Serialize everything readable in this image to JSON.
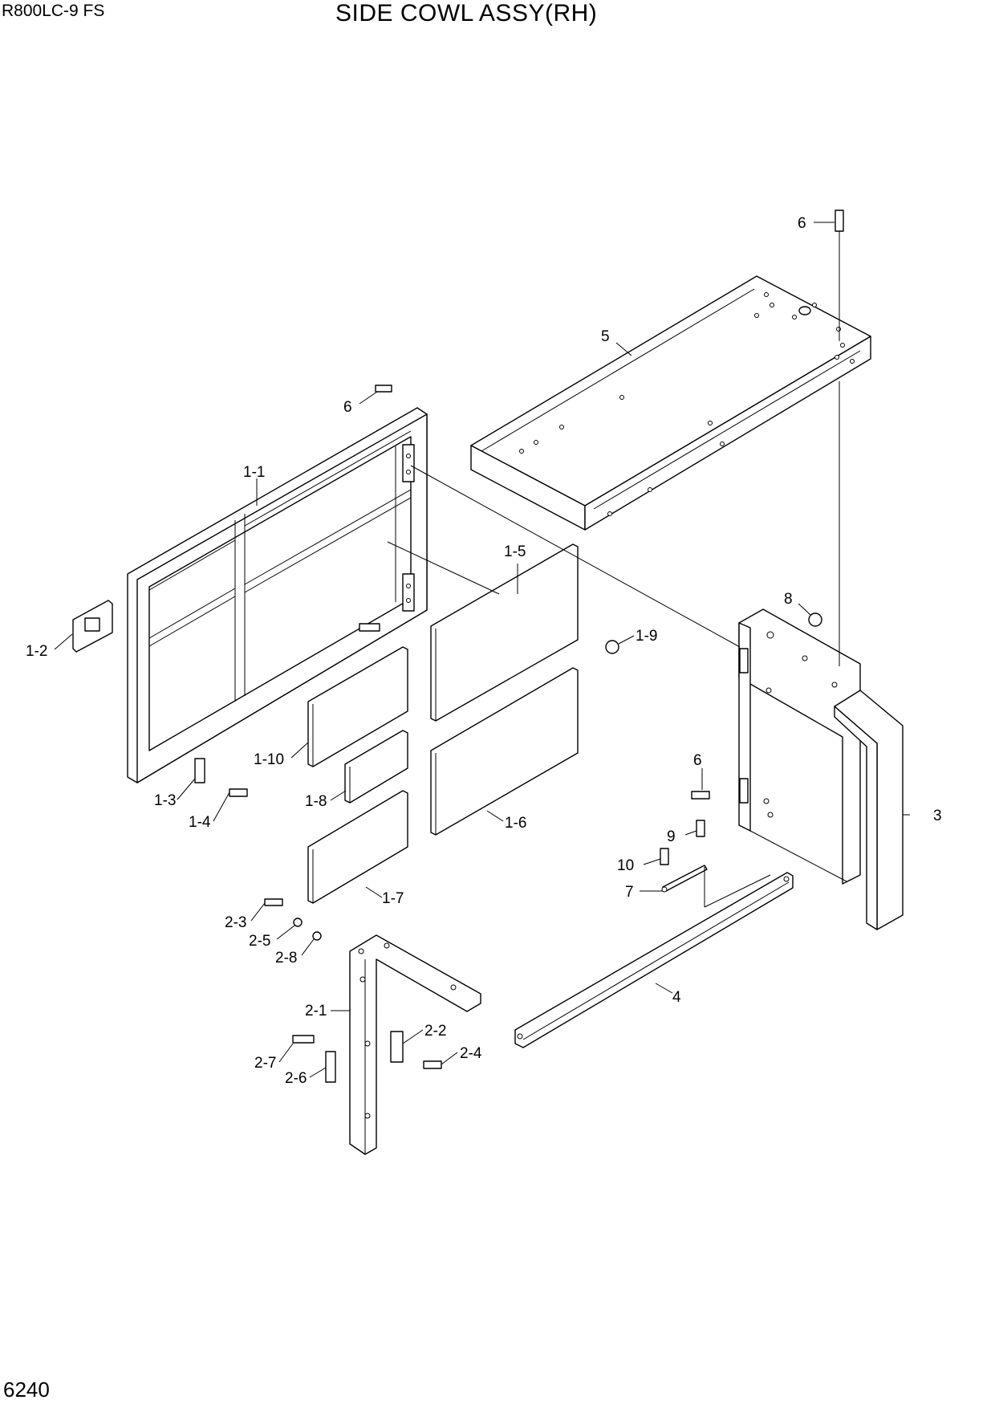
{
  "header": {
    "model": "R800LC-9 FS",
    "title": "SIDE COWL ASSY(RH)"
  },
  "footer": {
    "page_number": "6240"
  },
  "callouts": [
    {
      "id": "6-top",
      "text": "6"
    },
    {
      "id": "5",
      "text": "5"
    },
    {
      "id": "6-left",
      "text": "6"
    },
    {
      "id": "1-1",
      "text": "1-1"
    },
    {
      "id": "1-5",
      "text": "1-5"
    },
    {
      "id": "8",
      "text": "8"
    },
    {
      "id": "1-2",
      "text": "1-2"
    },
    {
      "id": "1-9",
      "text": "1-9"
    },
    {
      "id": "1-10",
      "text": "1-10"
    },
    {
      "id": "6-mid",
      "text": "6"
    },
    {
      "id": "1-3",
      "text": "1-3"
    },
    {
      "id": "1-8",
      "text": "1-8"
    },
    {
      "id": "1-6",
      "text": "1-6"
    },
    {
      "id": "3",
      "text": "3"
    },
    {
      "id": "1-4",
      "text": "1-4"
    },
    {
      "id": "9",
      "text": "9"
    },
    {
      "id": "10",
      "text": "10"
    },
    {
      "id": "7",
      "text": "7"
    },
    {
      "id": "1-7",
      "text": "1-7"
    },
    {
      "id": "2-3",
      "text": "2-3"
    },
    {
      "id": "2-5",
      "text": "2-5"
    },
    {
      "id": "2-8",
      "text": "2-8"
    },
    {
      "id": "4",
      "text": "4"
    },
    {
      "id": "2-1",
      "text": "2-1"
    },
    {
      "id": "2-2",
      "text": "2-2"
    },
    {
      "id": "2-4",
      "text": "2-4"
    },
    {
      "id": "2-7",
      "text": "2-7"
    },
    {
      "id": "2-6",
      "text": "2-6"
    }
  ]
}
